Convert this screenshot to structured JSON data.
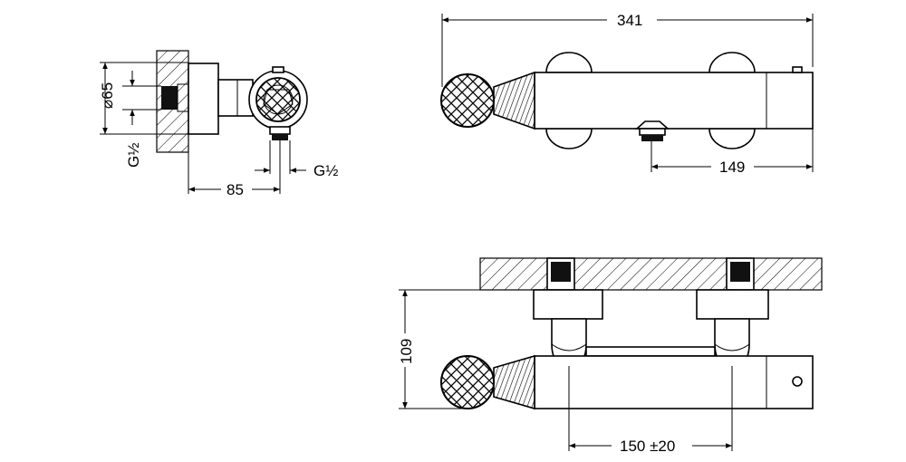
{
  "dimensions": {
    "side": {
      "diameter_label": "⌀65",
      "thread_inlet_label": "G½",
      "thread_outlet_label": "G½",
      "depth_label": "85"
    },
    "top": {
      "length_label": "341",
      "outlet_offset_label": "149"
    },
    "front": {
      "height_label": "109",
      "spacing_label": "150 ±20"
    }
  }
}
